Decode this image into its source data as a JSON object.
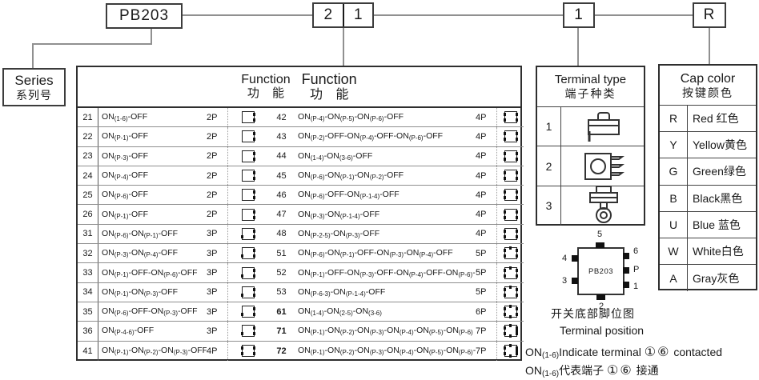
{
  "ordering": {
    "series_code": "PB203",
    "function_code_left": "2",
    "function_code_right": "1",
    "terminal_code": "1",
    "cap_code": "R"
  },
  "series_box": {
    "en": "Series",
    "zh": "系列号"
  },
  "function_table": {
    "header": {
      "en": "Function",
      "zh": "功 能"
    },
    "left_rows": [
      {
        "num": "21",
        "fn": "ON(1-6)-OFF",
        "poles": "2P"
      },
      {
        "num": "22",
        "fn": "ON(P-1)-OFF",
        "poles": "2P"
      },
      {
        "num": "23",
        "fn": "ON(P-3)-OFF",
        "poles": "2P"
      },
      {
        "num": "24",
        "fn": "ON(P-4)-OFF",
        "poles": "2P"
      },
      {
        "num": "25",
        "fn": "ON(P-6)-OFF",
        "poles": "2P"
      },
      {
        "num": "26",
        "fn": "ON(P-1)-OFF",
        "poles": "2P"
      },
      {
        "num": "31",
        "fn": "ON(P-6)-ON(P-1)-OFF",
        "poles": "3P"
      },
      {
        "num": "32",
        "fn": "ON(P-3)-ON(P-4)-OFF",
        "poles": "3P"
      },
      {
        "num": "33",
        "fn": "ON(P-1)-OFF-ON(P-6)-OFF",
        "poles": "3P"
      },
      {
        "num": "34",
        "fn": "ON(P-1)-ON(P-3)-OFF",
        "poles": "3P"
      },
      {
        "num": "35",
        "fn": "ON(P-6)-OFF-ON(P-3)-OFF",
        "poles": "3P"
      },
      {
        "num": "36",
        "fn": "ON(P-4-6)-OFF",
        "poles": "3P"
      },
      {
        "num": "41",
        "fn": "ON(P-1)-ON(P-2)-ON(P-3)-OFF",
        "poles": "4P"
      }
    ],
    "right_rows": [
      {
        "num": "42",
        "fn": "ON(P-4)-ON(P-5)-ON(P-6)-OFF",
        "poles": "4P"
      },
      {
        "num": "43",
        "fn": "ON(P-2)-OFF-ON(P-4)-OFF-ON(P-6)-OFF",
        "poles": "4P"
      },
      {
        "num": "44",
        "fn": "ON(1-4)-ON(3-6)-OFF",
        "poles": "4P"
      },
      {
        "num": "45",
        "fn": "ON(P-6)-ON(P-1)-ON(P-2)-OFF",
        "poles": "4P"
      },
      {
        "num": "46",
        "fn": "ON(P-6)-OFF-ON(P-1-4)-OFF",
        "poles": "4P"
      },
      {
        "num": "47",
        "fn": "ON(P-3)-ON(P-1-4)-OFF",
        "poles": "4P"
      },
      {
        "num": "48",
        "fn": "ON(P-2-5)-ON(P-3)-OFF",
        "poles": "4P"
      },
      {
        "num": "51",
        "fn": "ON(P-6)-ON(P-1)-OFF-ON(P-3)-ON(P-4)-OFF",
        "poles": "5P"
      },
      {
        "num": "52",
        "fn": "ON(P-1)-OFF-ON(P-3)-OFF-ON(P-4)-OFF-ON(P-6)-OFF",
        "poles": "5P"
      },
      {
        "num": "53",
        "fn": "ON(P-6-3)-ON(P-1-4)-OFF",
        "poles": "5P"
      },
      {
        "num": "61",
        "fn": "ON(1-4)-ON(2-5)-ON(3-6)",
        "poles": "6P",
        "bold": true
      },
      {
        "num": "71",
        "fn": "ON(P-1)-ON(P-2)-ON(P-3)-ON(P-4)-ON(P-5)-ON(P-6)",
        "poles": "7P",
        "bold": true
      },
      {
        "num": "72",
        "fn": "ON(P-1)-ON(P-2)-ON(P-3)-ON(P-4)-ON(P-5)-ON(P-6)-OFF",
        "poles": "7P",
        "bold": true
      }
    ]
  },
  "terminal_table": {
    "header_en": "Terminal type",
    "header_zh": "端子种类",
    "rows": [
      {
        "num": "1",
        "icon": "pcb-terminal-icon"
      },
      {
        "num": "2",
        "icon": "solder-terminal-icon"
      },
      {
        "num": "3",
        "icon": "screw-ring-terminal-icon"
      }
    ]
  },
  "cap_table": {
    "header_en": "Cap color",
    "header_zh": "按键颜色",
    "rows": [
      {
        "code": "R",
        "name": "Red 红色"
      },
      {
        "code": "Y",
        "name": "Yellow黄色"
      },
      {
        "code": "G",
        "name": "Green绿色"
      },
      {
        "code": "B",
        "name": "Black黑色"
      },
      {
        "code": "U",
        "name": "Blue 蓝色"
      },
      {
        "code": "W",
        "name": "White白色"
      },
      {
        "code": "A",
        "name": "Gray灰色"
      }
    ]
  },
  "chip": {
    "label": "PB203",
    "pin_top": "5",
    "pin_bottom": "2",
    "pin_left_upper": "4",
    "pin_left_lower": "3",
    "pin_right_upper": "6",
    "pin_right_mid": "P",
    "pin_right_lower": "1"
  },
  "notes": {
    "zh_title": "开关底部脚位图",
    "en_title": "Terminal position",
    "line1": {
      "on": "ON",
      "sub": "(1-6)",
      "text": "Indicate terminal",
      "circles": "①⑥",
      "suffix": "contacted"
    },
    "line2": {
      "on": "ON",
      "sub": "(1-6)",
      "text": "代表端子",
      "circles": "①⑥",
      "suffix": "接通"
    }
  }
}
